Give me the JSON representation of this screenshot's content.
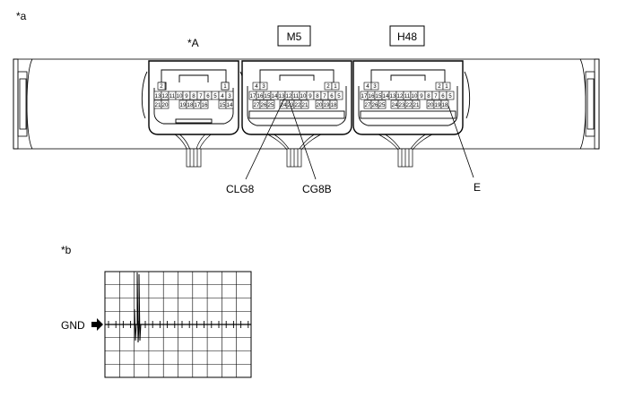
{
  "labels": {
    "fig_a": "*a",
    "fig_b": "*b",
    "conn_a": "*A",
    "conn_m5": "M5",
    "conn_h48": "H48",
    "clg8": "CLG8",
    "cg8b": "CG8B",
    "e": "E",
    "gnd": "GND"
  },
  "connector_a": {
    "top_left": "2",
    "top_right": "1",
    "row1": [
      "13",
      "12",
      "11",
      "10",
      "9",
      "8",
      "7",
      "6",
      "5",
      "4",
      "3"
    ],
    "row2_left": [
      "21",
      "20"
    ],
    "row2_mid": [
      "19",
      "18",
      "17",
      "16"
    ],
    "row2_right": [
      "15",
      "14"
    ]
  },
  "connector_m5": {
    "top_left": [
      "4",
      "3"
    ],
    "top_right": [
      "2",
      "1"
    ],
    "row1": [
      "17",
      "16",
      "15",
      "14",
      "13",
      "12",
      "11",
      "10",
      "9",
      "8",
      "7",
      "6",
      "5"
    ],
    "row2_left": [
      "27",
      "26",
      "25"
    ],
    "row2_mid": [
      "24",
      "23",
      "22",
      "21"
    ],
    "row2_right": [
      "20",
      "19",
      "18"
    ]
  },
  "connector_h48": {
    "top_left": [
      "4",
      "3"
    ],
    "top_right": [
      "2",
      "1"
    ],
    "row1": [
      "17",
      "16",
      "15",
      "14",
      "13",
      "12",
      "11",
      "10",
      "9",
      "8",
      "7",
      "6",
      "5"
    ],
    "row2_left": [
      "27",
      "26",
      "25"
    ],
    "row2_mid": [
      "24",
      "23",
      "22",
      "21"
    ],
    "row2_right": [
      "20",
      "19",
      "18"
    ]
  }
}
